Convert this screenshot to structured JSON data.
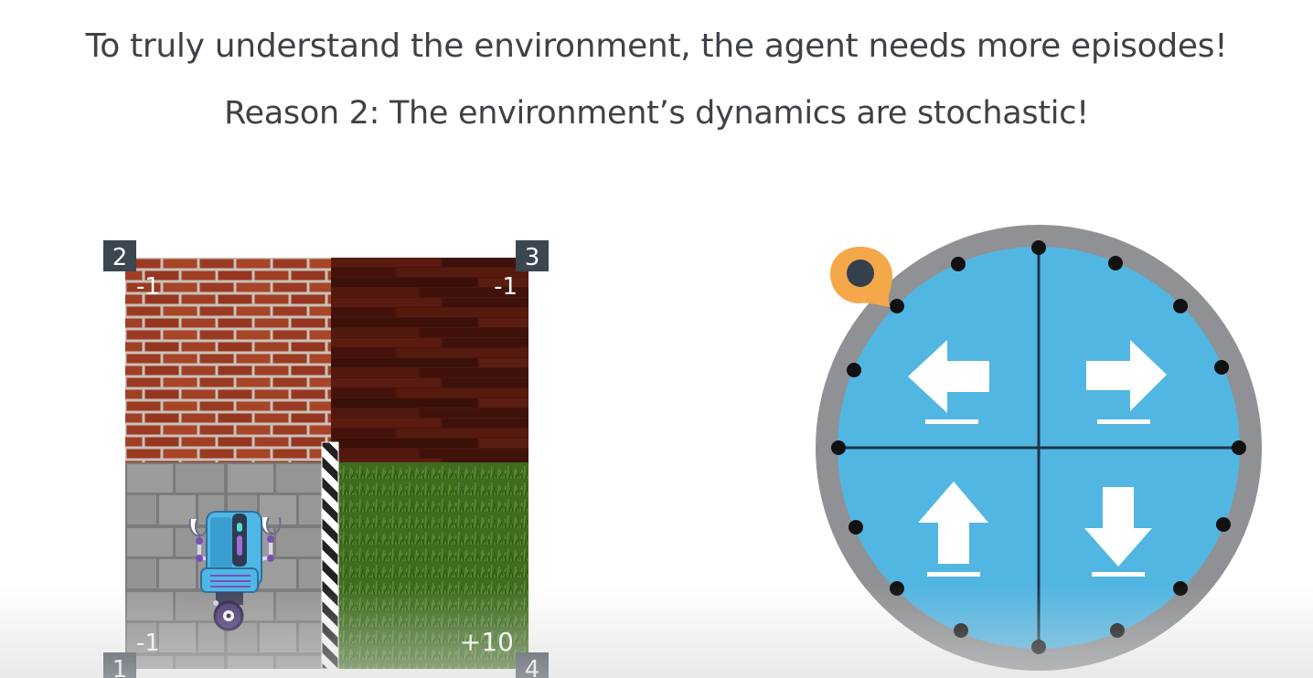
{
  "slide": {
    "title_line_1": "To truly understand the environment, the agent needs more episodes!",
    "title_line_2": "Reason 2: The environment’s dynamics are stochastic!"
  },
  "grid_world": {
    "corners": [
      {
        "label": "2",
        "position": "top-left"
      },
      {
        "label": "3",
        "position": "top-right"
      },
      {
        "label": "1",
        "position": "bottom-left"
      },
      {
        "label": "4",
        "position": "bottom-right"
      }
    ],
    "cells": [
      {
        "reward": "-1",
        "texture": "red-brick",
        "position": "top-left"
      },
      {
        "reward": "-1",
        "texture": "dark-wood",
        "position": "top-right"
      },
      {
        "reward": "-1",
        "texture": "stone-tile",
        "position": "bottom-left"
      },
      {
        "reward": "+10",
        "texture": "grass",
        "position": "bottom-right"
      }
    ],
    "agent_icon": "robot-icon",
    "wall_icon": "striped-barrier"
  },
  "spinner": {
    "colors": {
      "rim": "#8f9194",
      "face": "#52b6e3",
      "pointer": "#f4a84a",
      "pip": "#111111",
      "arrow": "#ffffff"
    },
    "pointer_icon": "location-pin-icon",
    "arrows": [
      {
        "direction": "left",
        "icon": "arrow-left-icon",
        "quadrant": "top-left"
      },
      {
        "direction": "right",
        "icon": "arrow-right-icon",
        "quadrant": "top-right"
      },
      {
        "direction": "up",
        "icon": "arrow-up-icon",
        "quadrant": "bottom-left"
      },
      {
        "direction": "down",
        "icon": "arrow-down-icon",
        "quadrant": "bottom-right"
      }
    ]
  }
}
